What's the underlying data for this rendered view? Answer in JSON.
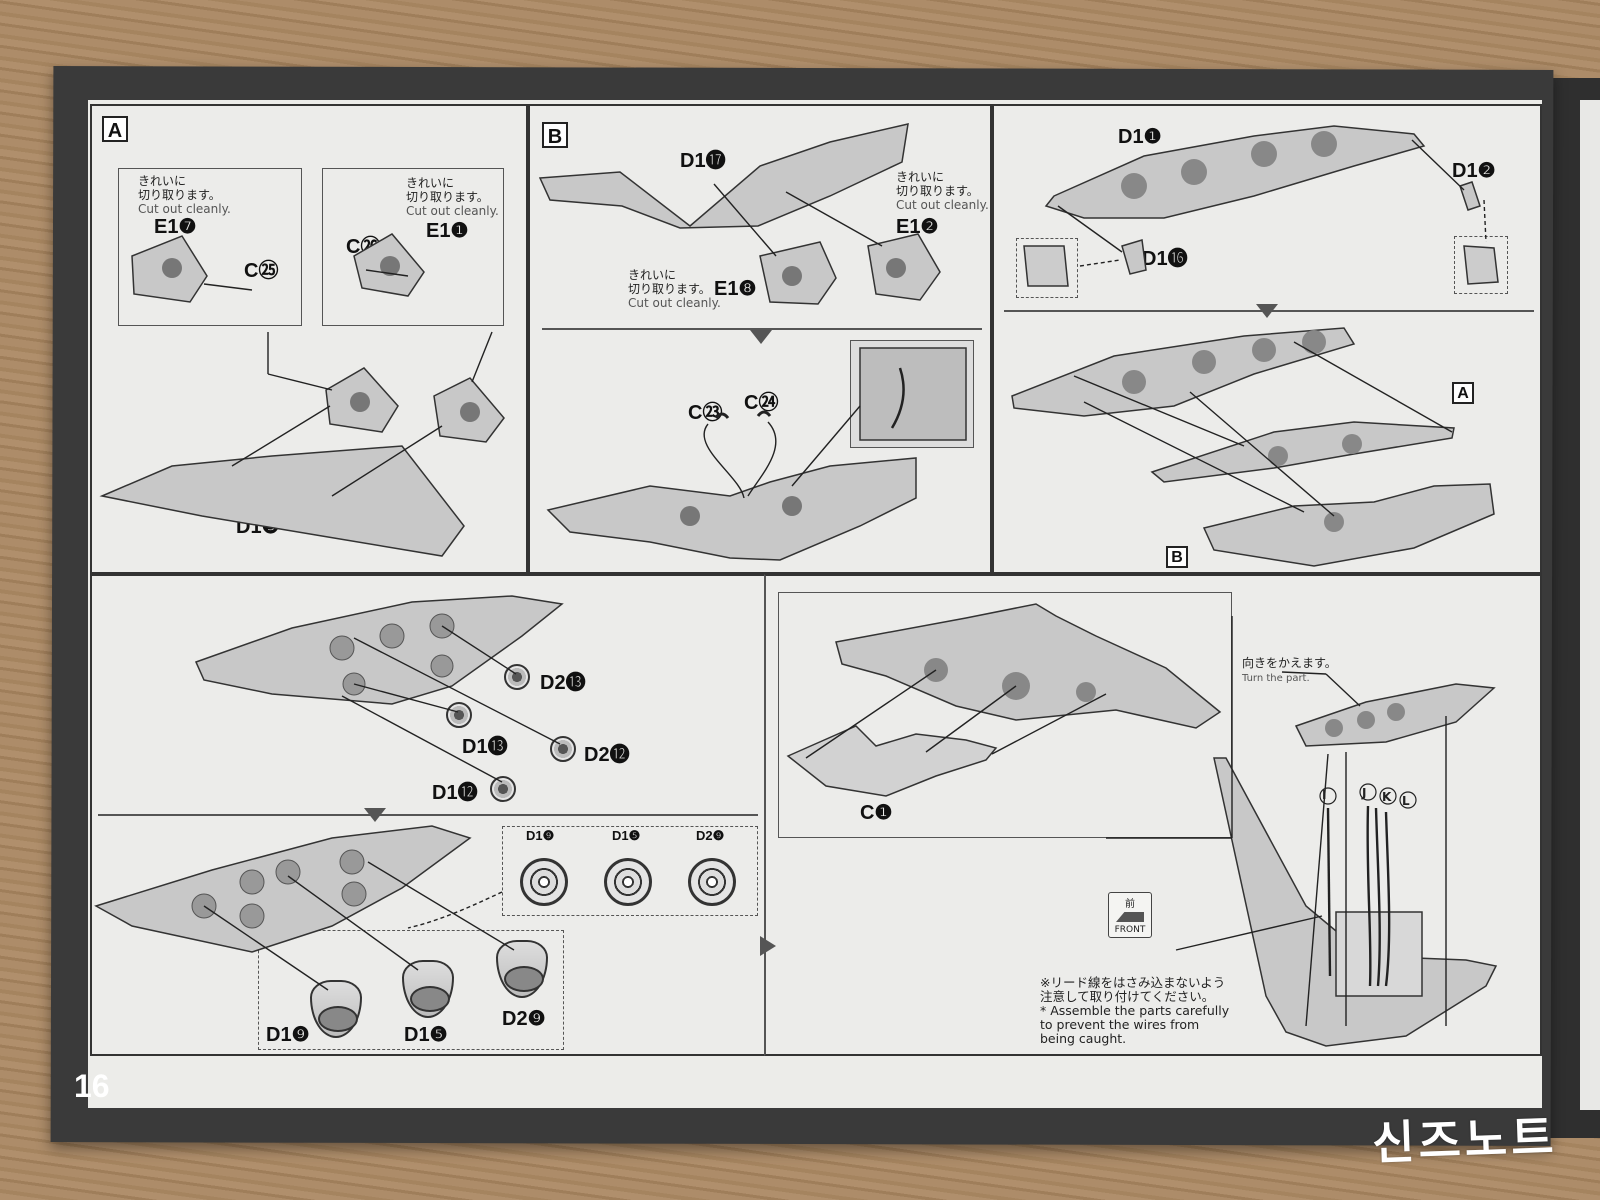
{
  "page_number": "16",
  "watermark": "신즈노트",
  "step_letters": {
    "a": "A",
    "b": "B",
    "a_ref": "A",
    "b_ref": "B"
  },
  "cut_note": {
    "ja_line1": "きれいに",
    "ja_line2": "切り取ります。",
    "en": "Cut out cleanly."
  },
  "cut_note_inline": {
    "ja_line1": "きれいに",
    "ja_line2": "切り取ります。"
  },
  "panel_a": {
    "parts": [
      "E1❼",
      "C㉕",
      "C㉖",
      "E1❶",
      "D1❸"
    ]
  },
  "panel_b": {
    "parts": [
      "D1⓱",
      "E1❷",
      "E1❽",
      "C㉓",
      "C㉔"
    ]
  },
  "panel_c": {
    "parts": [
      "D1❶",
      "D1❷",
      "D1⓰"
    ]
  },
  "panel_d": {
    "parts": [
      "D2⓭",
      "D1⓭",
      "D2⓬",
      "D1⓬"
    ],
    "lower_parts": [
      "D1❾",
      "D1❺",
      "D2❾"
    ],
    "ref_labels": [
      "D1❾",
      "D1❺",
      "D2❾"
    ]
  },
  "panel_e": {
    "parts": [
      "C❶"
    ],
    "turn_note_ja": "向きをかえます。",
    "turn_note_en": "Turn the part.",
    "wire_labels": [
      "I",
      "J",
      "K",
      "L"
    ],
    "front_kanji": "前",
    "front_label": "FRONT",
    "caution_ja_1": "※リード線をはさみ込まないよう",
    "caution_ja_2": "注意して取り付けてください。",
    "caution_en_1": "* Assemble the parts carefully",
    "caution_en_2": "to prevent the wires from",
    "caution_en_3": "being caught."
  },
  "colors": {
    "panel_border": "#333333",
    "paper": "#ececea",
    "cover": "#3a3a3a",
    "part_gray": "#c8c8c8"
  }
}
